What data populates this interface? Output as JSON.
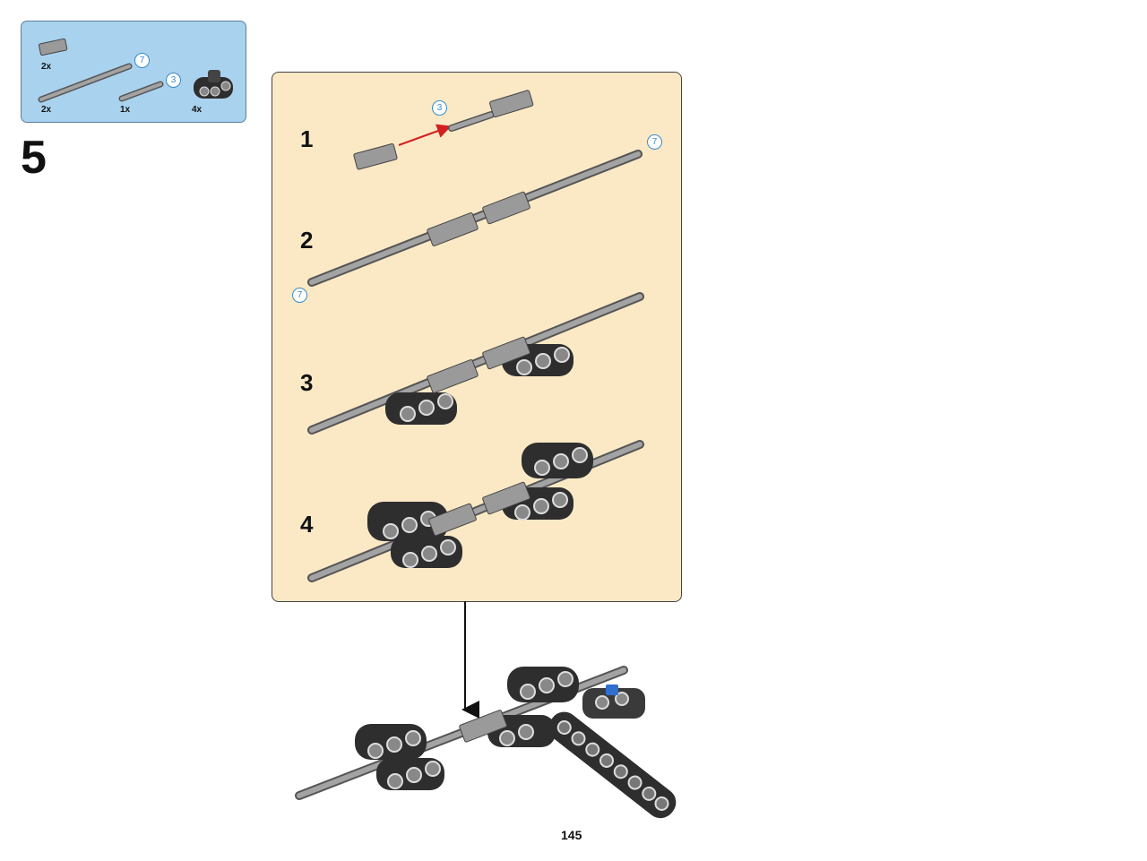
{
  "parts_list": {
    "items": [
      {
        "part": "axle-connector",
        "quantity": "2x"
      },
      {
        "part": "axle",
        "quantity": "2x",
        "length": "7"
      },
      {
        "part": "axle",
        "quantity": "1x",
        "length": "3"
      },
      {
        "part": "beam-connector",
        "quantity": "4x"
      }
    ]
  },
  "step": {
    "number": "5"
  },
  "substeps": [
    {
      "number": "1",
      "axle_length": "3"
    },
    {
      "number": "2",
      "axle_length_right": "7",
      "axle_length_left": "7"
    },
    {
      "number": "3"
    },
    {
      "number": "4"
    }
  ],
  "page": {
    "number": "145"
  },
  "colors": {
    "parts_box_bg": "#a9d2ef",
    "substep_panel_bg": "#fbe9c6",
    "badge_outline": "#3a8bc8",
    "arrow_red": "#d42020",
    "part_gray": "#9a9a9a",
    "part_black": "#2e2e2e"
  }
}
